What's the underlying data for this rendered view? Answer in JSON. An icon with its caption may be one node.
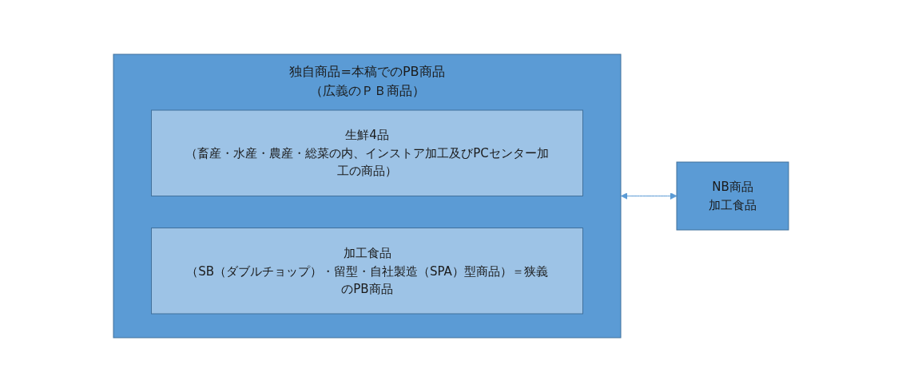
{
  "diagram": {
    "nodes": [
      {
        "text": [
          "独自商品=本稿でのPB商品（広義のＰＢ商品）"
        ]
      },
      {
        "text": [
          "生鮮4品",
          "（畜産・水産・農産・総菜の内、インストア加工及びPCセンター加工の商品）"
        ],
        "in": 0
      },
      {
        "text": [
          "加工食品",
          "（SB（ダブルチョップ）・留型・自社製造（SPA）型商品）＝狭義のPB商品"
        ],
        "in": 0
      },
      {
        "text": [
          "NB商品",
          "加工食品"
        ]
      }
    ],
    "edges": [
      {
        "from": 0,
        "to": 3,
        "arrow": "both"
      }
    ]
  }
}
